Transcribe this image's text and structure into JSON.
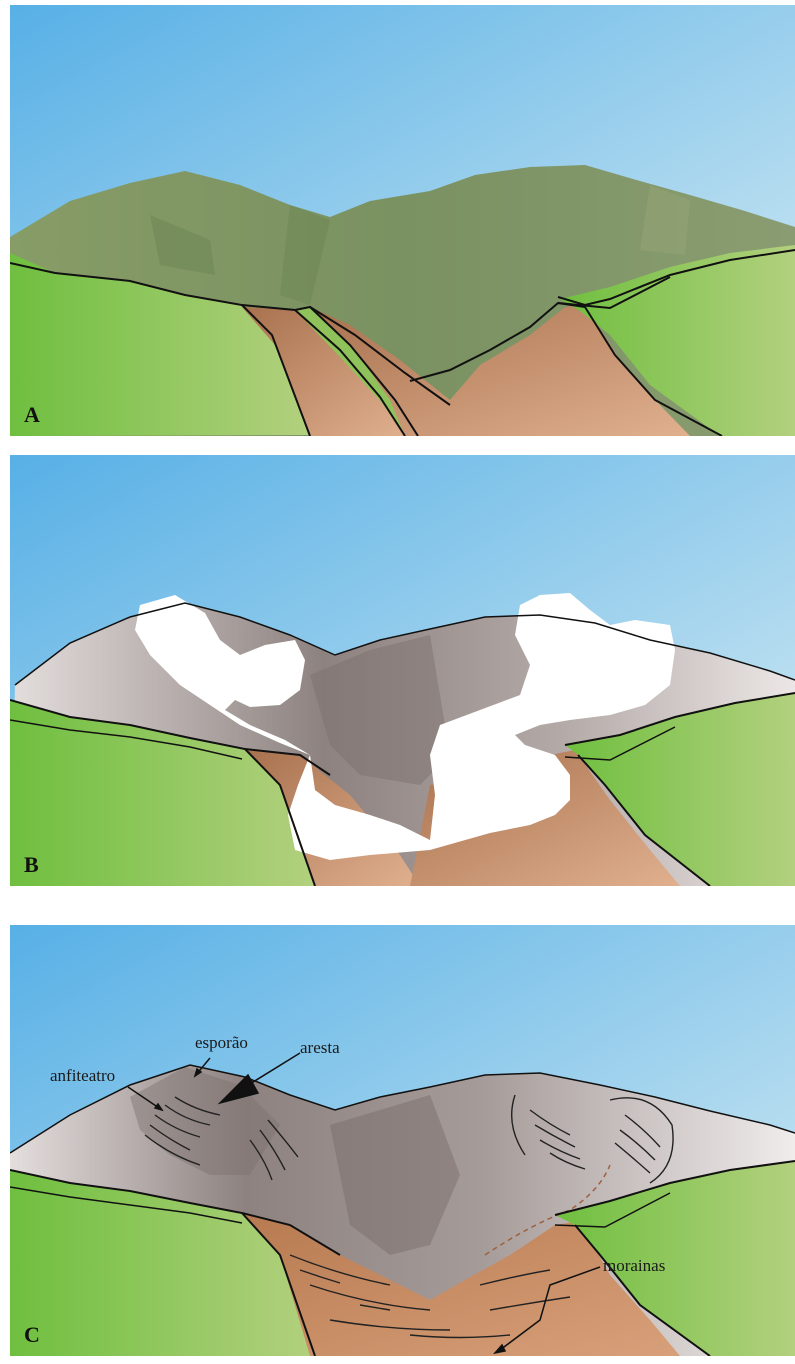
{
  "panels": [
    {
      "label": "A"
    },
    {
      "label": "B"
    },
    {
      "label": "C"
    }
  ],
  "annotations": {
    "esporao": "esporão",
    "anfiteatro": "anfiteatro",
    "aresta": "aresta",
    "morainas": "morainas"
  },
  "colors": {
    "sky_top": "#62b6e8",
    "sky_bottom": "#d8ecf4",
    "mountain_green": "#7f9463",
    "grass": "#7dc04a",
    "soil": "#c98e62",
    "snow": "#ffffff",
    "rock": "#9b8f8d"
  }
}
